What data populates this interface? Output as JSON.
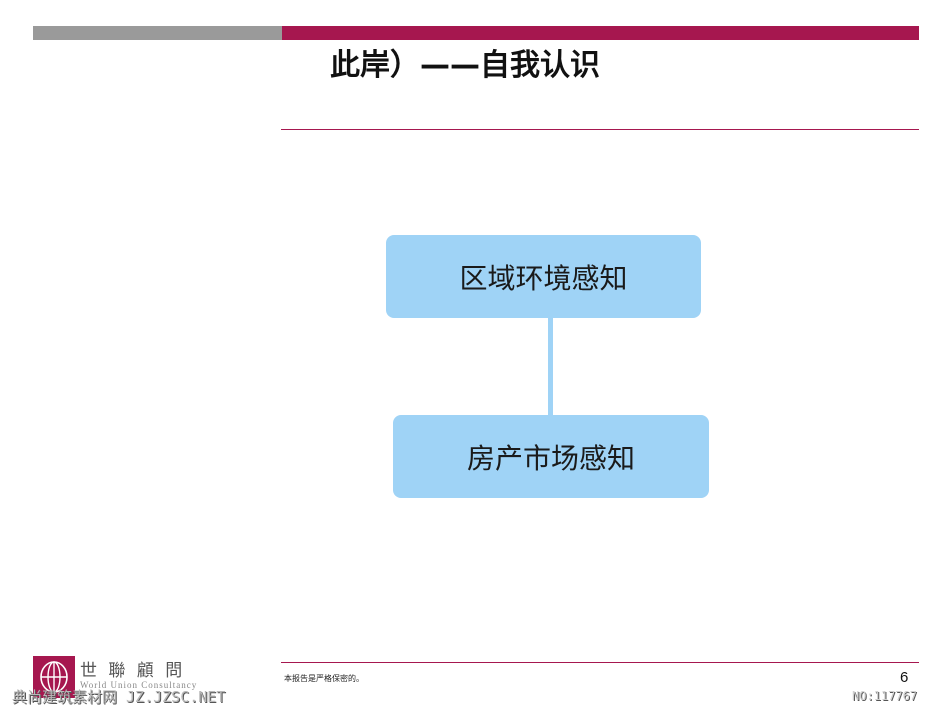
{
  "slide": {
    "title": "此岸）——自我认识",
    "page_number": "6",
    "footnote": "本报告是严格保密的。"
  },
  "diagram": {
    "nodes": [
      {
        "label": "区域环境感知"
      },
      {
        "label": "房产市场感知"
      }
    ]
  },
  "logo": {
    "chinese_name": "世 聯 顧 問",
    "english_name": "World Union Consultancy"
  },
  "watermarks": {
    "left": "典尚建筑素材网 JZ.JZSC.NET",
    "right": "NO:117767"
  },
  "colors": {
    "accent": "#a6174f",
    "gray_bar": "#9a9a9a",
    "box_fill": "#9fd3f6"
  }
}
